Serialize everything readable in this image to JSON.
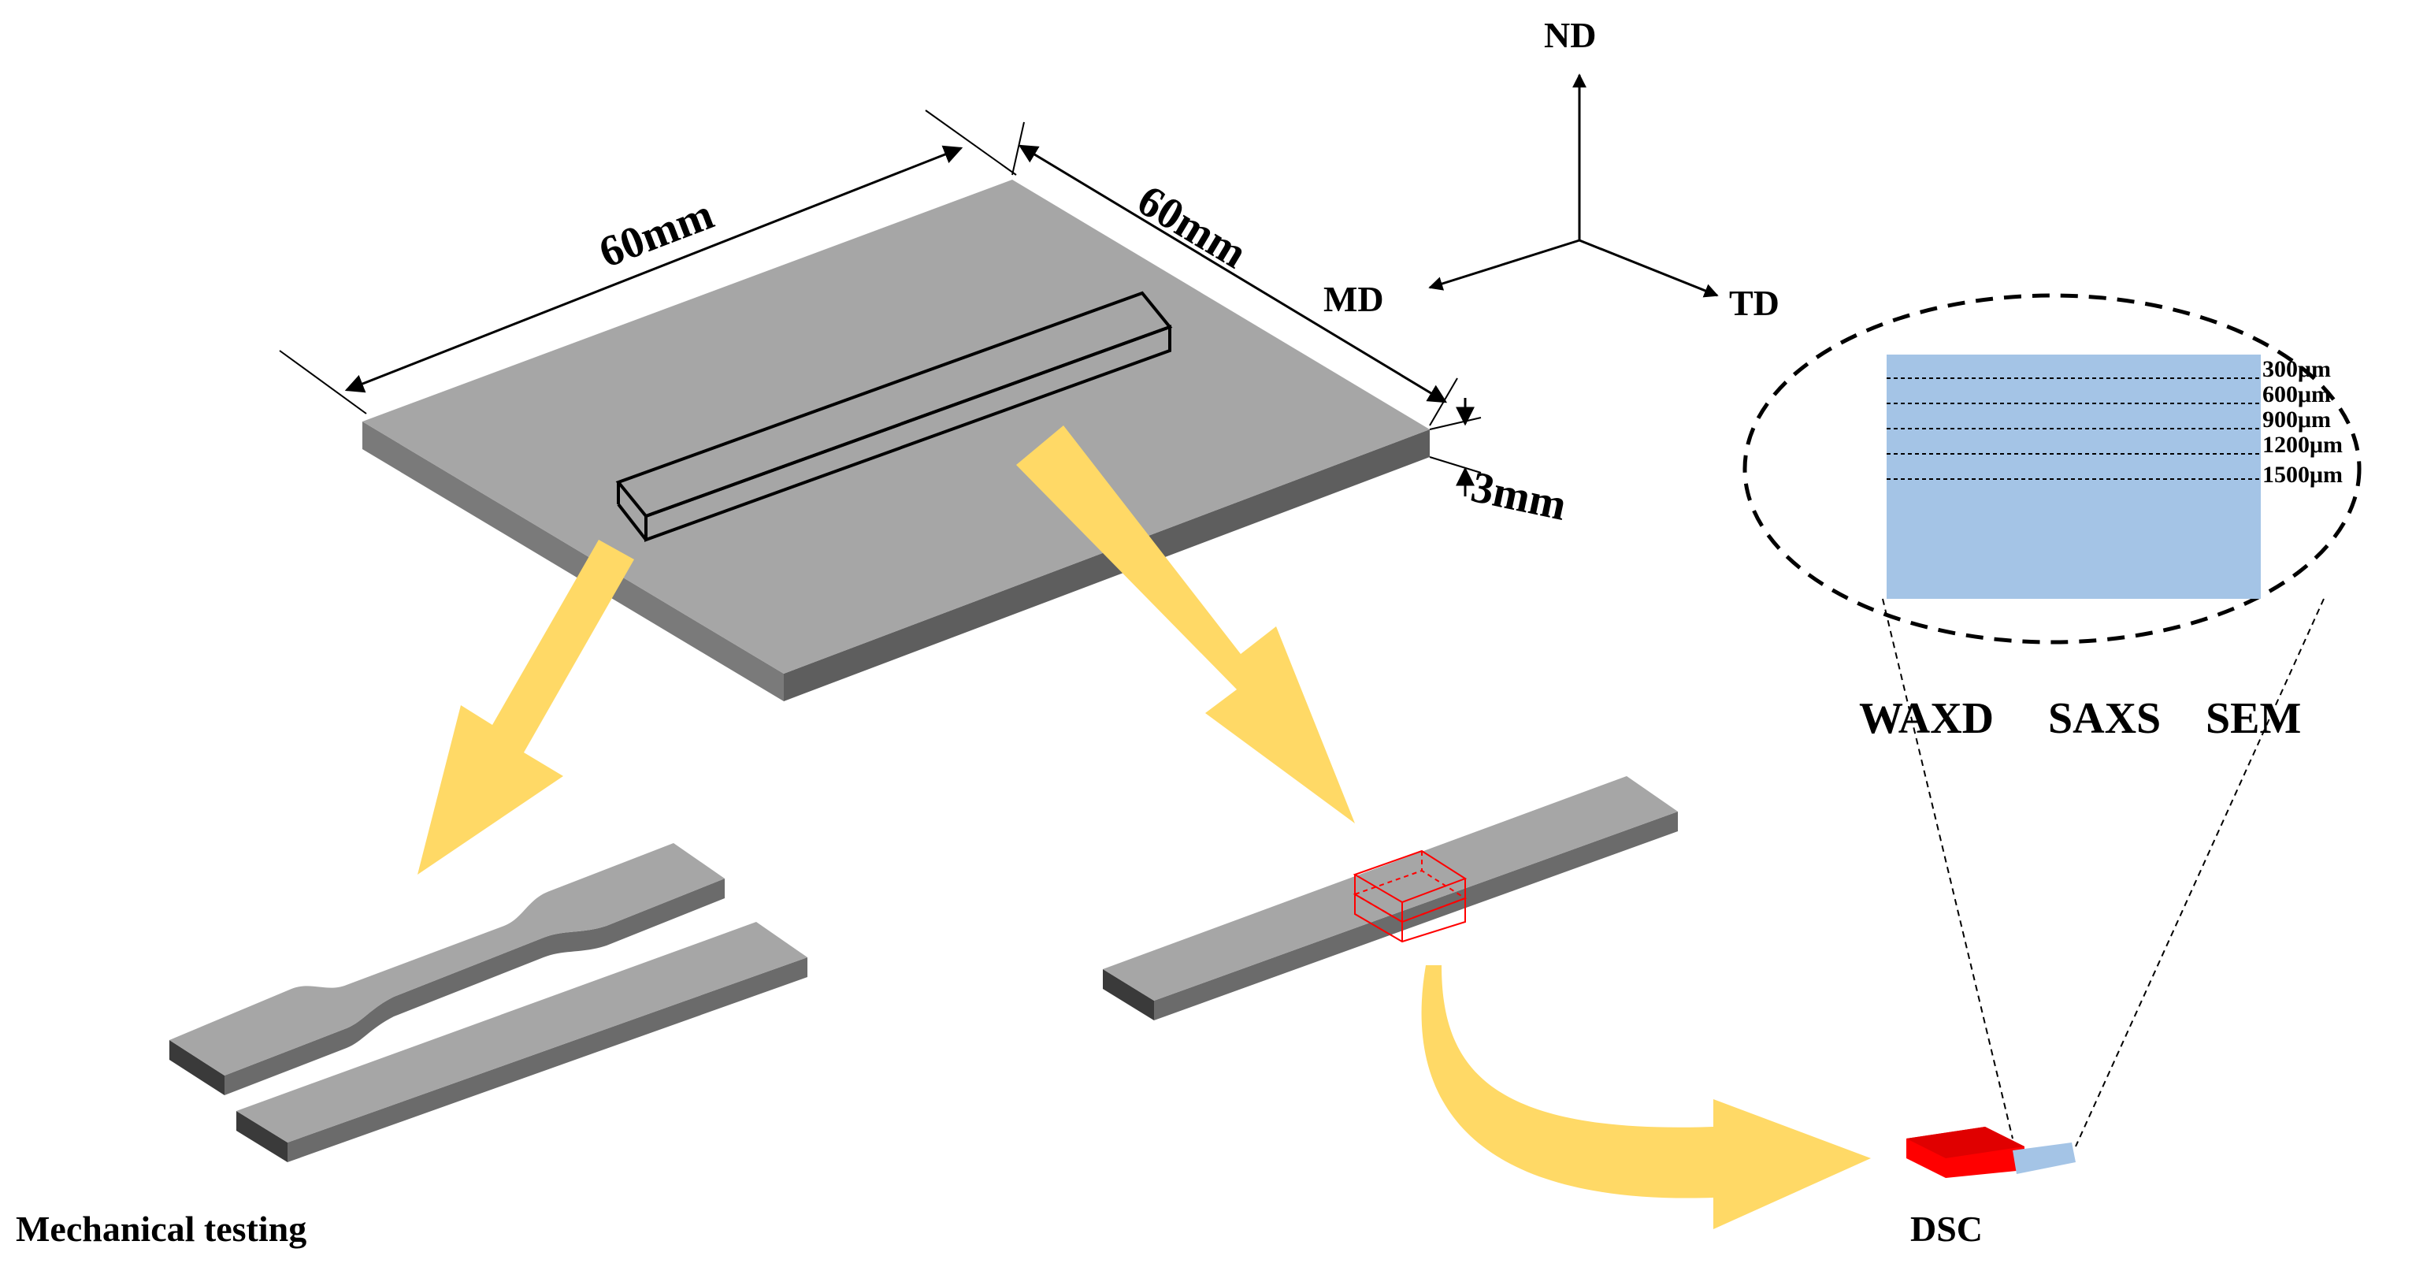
{
  "labels": {
    "dim_width": "60mm",
    "dim_depth": "60mm",
    "dim_thickness": "3mm",
    "axis_nd": "ND",
    "axis_md": "MD",
    "axis_td": "TD",
    "depths": [
      "300μm",
      "600μm",
      "900μm",
      "1200μm",
      "1500μm"
    ],
    "tech_waxd": "WAXD",
    "tech_saxs": "SAXS",
    "tech_sem": "SEM",
    "mechanical": "Mechanical testing",
    "dsc": "DSC"
  },
  "colors": {
    "plate_top": "#a6a6a6",
    "plate_side": "#7a7a7a",
    "plate_edge": "#4d4d4d",
    "arrow": "#ffd966",
    "sample_red": "#ff0000",
    "layer_blue": "#a4c4e6"
  }
}
